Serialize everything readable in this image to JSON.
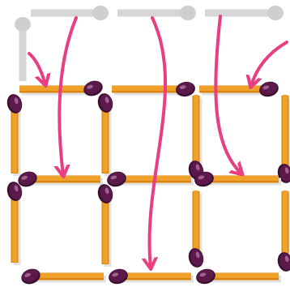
{
  "puzzle": {
    "type": "matchstick",
    "description_items": [],
    "colors": {
      "ghost_stick": "#d6d6d6",
      "ghost_head": "#cfcfcf",
      "stick": "#f0a12a",
      "stick_edge": "#d9850e",
      "head": "#5b1a4a",
      "head_shine": "#b77aa8",
      "arrow": "#e83e82"
    },
    "ghost_matches": [
      {
        "id": "ghost-top-1"
      },
      {
        "id": "ghost-top-2"
      },
      {
        "id": "ghost-top-3"
      },
      {
        "id": "ghost-left"
      }
    ],
    "matches": [
      {
        "id": "row1-h1"
      },
      {
        "id": "row1-h2"
      },
      {
        "id": "row1-h3"
      },
      {
        "id": "row1-v1"
      },
      {
        "id": "row1-v2"
      },
      {
        "id": "row1-v3"
      },
      {
        "id": "row1-v4"
      },
      {
        "id": "row2-h1"
      },
      {
        "id": "row2-h2"
      },
      {
        "id": "row2-h3"
      },
      {
        "id": "row2-v1"
      },
      {
        "id": "row2-v2"
      },
      {
        "id": "row2-v3"
      },
      {
        "id": "row2-v4"
      },
      {
        "id": "row3-h1"
      },
      {
        "id": "row3-h2"
      },
      {
        "id": "row3-h3"
      }
    ],
    "arrows": [
      {
        "id": "move-1"
      },
      {
        "id": "move-2"
      },
      {
        "id": "move-3"
      },
      {
        "id": "move-4"
      },
      {
        "id": "move-5"
      },
      {
        "id": "move-6"
      }
    ]
  }
}
